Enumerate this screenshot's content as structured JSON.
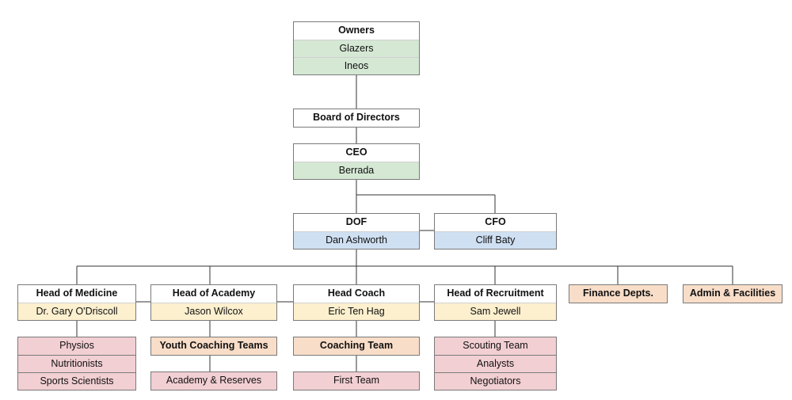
{
  "owners": {
    "title": "Owners",
    "members": [
      "Glazers",
      "Ineos"
    ]
  },
  "board": {
    "title": "Board of Directors"
  },
  "ceo": {
    "title": "CEO",
    "name": "Berrada"
  },
  "dof": {
    "title": "DOF",
    "name": "Dan Ashworth"
  },
  "cfo": {
    "title": "CFO",
    "name": "Cliff Baty"
  },
  "medicine": {
    "title": "Head of Medicine",
    "name": "Dr. Gary O'Driscoll",
    "staff": [
      "Physios",
      "Nutritionists",
      "Sports Scientists"
    ]
  },
  "academy": {
    "title": "Head of Academy",
    "name": "Jason Wilcox",
    "team": "Youth Coaching Teams",
    "unit": "Academy & Reserves"
  },
  "coach": {
    "title": "Head Coach",
    "name": "Eric Ten Hag",
    "team": "Coaching Team",
    "unit": "First Team"
  },
  "recruitment": {
    "title": "Head of Recruitment",
    "name": "Sam Jewell",
    "staff": [
      "Scouting Team",
      "Analysts",
      "Negotiators"
    ]
  },
  "finance": {
    "title": "Finance Depts."
  },
  "admin": {
    "title": "Admin & Facilities"
  },
  "colors": {
    "name_green": "#d5e8d4",
    "name_blue": "#cfe0f3",
    "name_yellow": "#fdf0cf",
    "dept_peach": "#f8ddc8",
    "staff_pink": "#f2cfd3"
  }
}
